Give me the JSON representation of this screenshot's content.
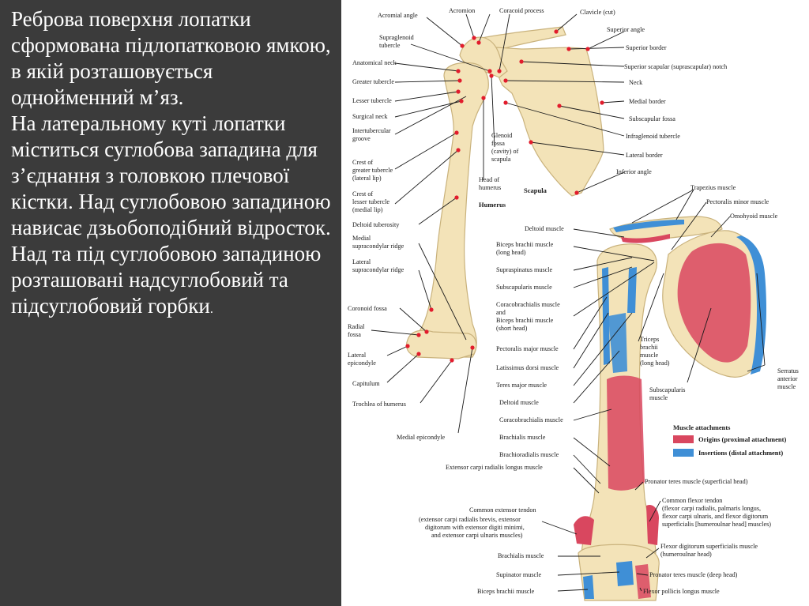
{
  "text_panel": {
    "paragraph1": " Реброва поверхня лопатки сформована підлопатковою ямкою, в якій розташовується однойменний м’яз.",
    "paragraph2": " На латеральному куті лопатки міститься суглобова западина для з’єднання з головкою плечової кістки. Над суглобовою западиною нависає дзьобоподібний відросток. Над та під суглобовою западиною розташовані надсуглобовий та підсуглобовий горбки",
    "trailing_dot": "."
  },
  "colors": {
    "panel_bg": "#3b3b3b",
    "panel_text": "#ffffff",
    "bone": "#f3e3b8",
    "origin": "#d9475f",
    "insertion": "#3f8fd6",
    "dot": "#e21c2c"
  },
  "figure": {
    "scapula_title": "Scapula",
    "humerus_title": "Humerus",
    "top_labels": {
      "acromial_angle": "Acromial angle",
      "acromion": "Acromion",
      "coracoid_process": "Coracoid process",
      "clavicle": "Clavicle (cut)",
      "supraglenoid_1": "Supraglenoid",
      "supraglenoid_2": "tubercle",
      "superior_angle": "Superior angle",
      "superior_border": "Superior border",
      "superior_notch": "Superior scapular (suprascapular) notch",
      "anatomical_neck": "Anatomical neck",
      "neck": "Neck",
      "greater_tubercle": "Greater tubercle",
      "medial_border": "Medial border",
      "lesser_tubercle": "Lesser tubercle",
      "subscapular_fossa": "Subscapular fossa",
      "surgical_neck": "Surgical neck",
      "infraglenoid": "Infraglenoid tubercle",
      "intertubercular_1": "Intertubercular",
      "intertubercular_2": "groove",
      "lateral_border": "Lateral border",
      "glenoid_1": "Glenoid",
      "glenoid_2": "fossa",
      "glenoid_3": "(cavity) of",
      "glenoid_4": "scapula",
      "crest_greater_1": "Crest of",
      "crest_greater_2": "greater tubercle",
      "crest_greater_3": "(lateral lip)",
      "inferior_angle": "Inferior angle",
      "head_humerus_1": "Head of",
      "head_humerus_2": "humerus",
      "crest_lesser_1": "Crest of",
      "crest_lesser_2": "lesser tubercle",
      "crest_lesser_3": "(medial lip)",
      "deltoid_tuberosity": "Deltoid tuberosity",
      "medial_ridge_1": "Medial",
      "medial_ridge_2": "supracondylar ridge",
      "lateral_ridge_1": "Lateral",
      "lateral_ridge_2": "supracondylar ridge",
      "coronoid_fossa": "Coronoid fossa",
      "radial_fossa_1": "Radial",
      "radial_fossa_2": "fossa",
      "lateral_epicondyle_1": "Lateral",
      "lateral_epicondyle_2": "epicondyle",
      "capitulum": "Capitulum",
      "trochlea": "Trochlea of humerus",
      "medial_epicondyle": "Medial epicondyle"
    },
    "muscle_labels": {
      "trapezius": "Trapezius muscle",
      "pectoralis_minor": "Pectoralis minor muscle",
      "omohyoid": "Omohyoid muscle",
      "deltoid_top": "Deltoid muscle",
      "biceps_long_1": "Biceps brachii muscle",
      "biceps_long_2": "(long head)",
      "supraspinatus": "Supraspinatus muscle",
      "subscapularis": "Subscapularis muscle",
      "coracobrachialis_1": "Coracobrachialis muscle",
      "coracobrachialis_2": "and",
      "coracobrachialis_3": "Biceps brachii muscle",
      "coracobrachialis_4": "(short head)",
      "pectoralis_major": "Pectoralis major muscle",
      "latissimus": "Latissimus dorsi muscle",
      "teres_major": "Teres major muscle",
      "deltoid": "Deltoid muscle",
      "coracobrachialis": "Coracobrachialis muscle",
      "brachialis": "Brachialis muscle",
      "brachioradialis": "Brachioradialis muscle",
      "ecrl": "Extensor carpi radialis longus muscle",
      "triceps_1": "Triceps",
      "triceps_2": "brachii",
      "triceps_3": "muscle",
      "triceps_4": "(long head)",
      "subscapularis_r_1": "Subscapularis",
      "subscapularis_r_2": "muscle",
      "serratus_1": "Serratus",
      "serratus_2": "anterior",
      "serratus_3": "muscle",
      "pronator_superficial": "Pronator teres muscle (superficial head)",
      "cet_1": "Common extensor tendon",
      "cet_2": "(extensor carpi radialis brevis, extensor",
      "cet_3": "digitorum with extensor digiti minimi,",
      "cet_4": "and extensor carpi ulnaris muscles)",
      "cft_1": "Common flexor tendon",
      "cft_2": "(flexor carpi radialis, palmaris longus,",
      "cft_3": "flexor carpi ulnaris, and flexor digitorum",
      "cft_4": "superficialis [humeroulnar head] muscles)",
      "brachialis_bottom": "Brachialis muscle",
      "fds_1": "Flexor digitorum superficialis muscle",
      "fds_2": "(humeroulnar head)",
      "supinator": "Supinator muscle",
      "pronator_deep": "Pronator teres muscle (deep head)",
      "biceps_bottom": "Biceps brachii muscle",
      "fpl": "Flexor pollicis longus muscle"
    },
    "legend": {
      "title": "Muscle attachments",
      "origins": "Origins (proximal attachment)",
      "insertions": "Insertions (distal attachment)"
    }
  }
}
